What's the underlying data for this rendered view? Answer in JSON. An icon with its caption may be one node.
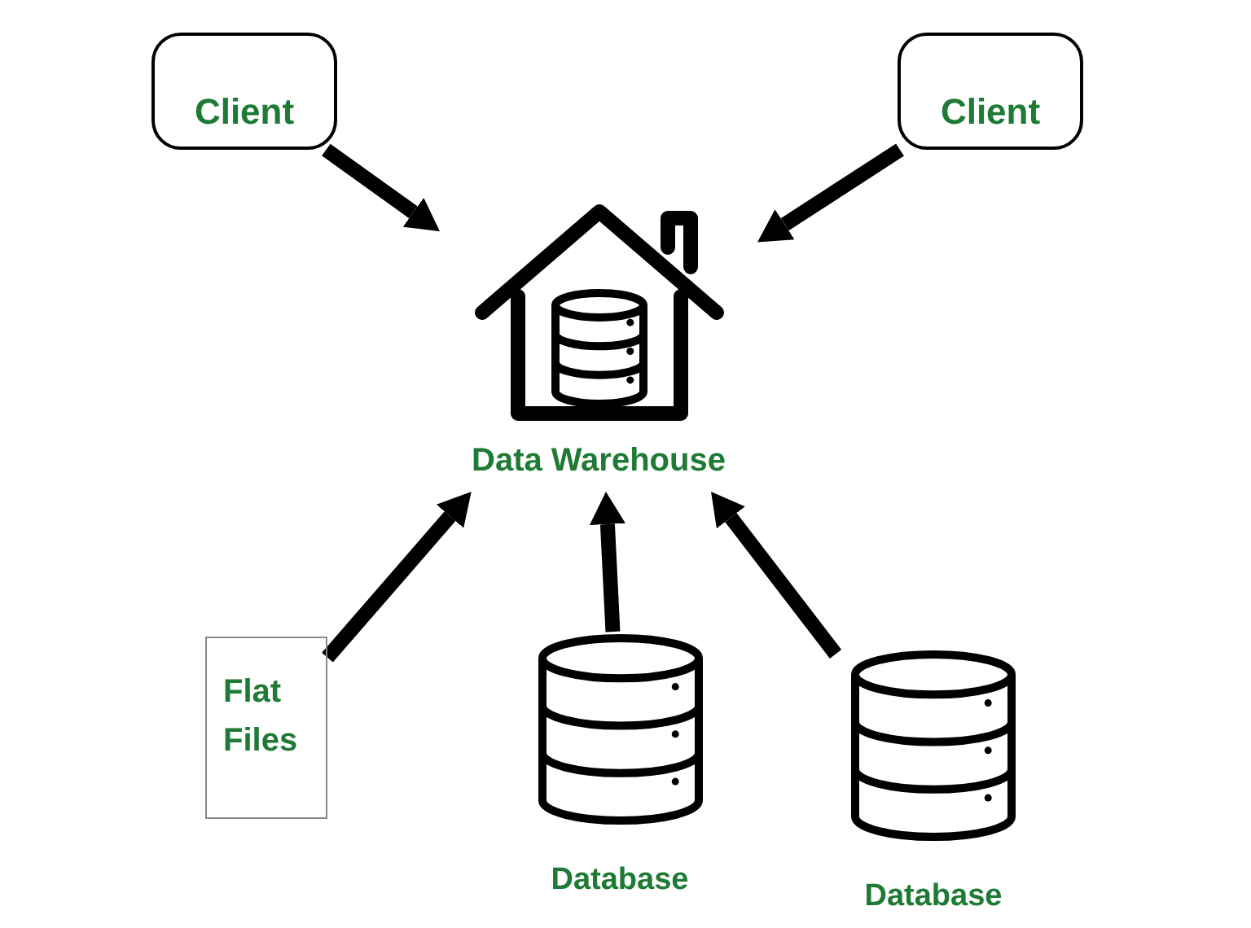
{
  "diagram": {
    "nodes": [
      {
        "text": [
          "Client"
        ]
      },
      {
        "text": [
          "Client"
        ]
      },
      {
        "text": [
          "Data Warehouse"
        ]
      },
      {
        "text": [
          "Flat Files"
        ]
      },
      {
        "text": [
          "Database"
        ]
      },
      {
        "text": [
          "Database"
        ]
      }
    ],
    "edges": [
      {
        "from": 0,
        "to": 2,
        "arrow": "to"
      },
      {
        "from": 1,
        "to": 2,
        "arrow": "to"
      },
      {
        "from": 3,
        "to": 2,
        "arrow": "to"
      },
      {
        "from": 4,
        "to": 2,
        "arrow": "to"
      },
      {
        "from": 5,
        "to": 2,
        "arrow": "to"
      }
    ]
  }
}
